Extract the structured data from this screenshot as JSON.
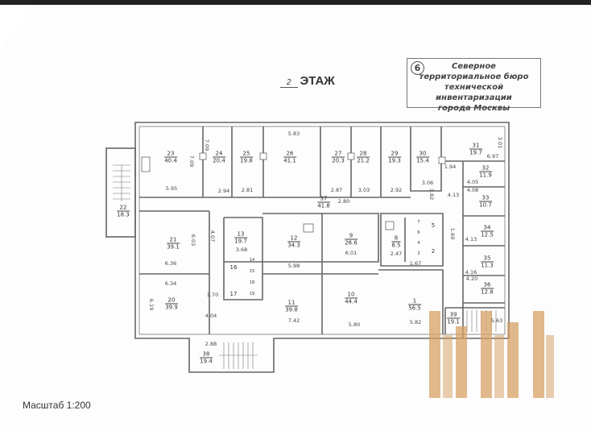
{
  "title": {
    "floor_number": "2",
    "floor_label": "ЭТАЖ"
  },
  "stamp": {
    "number": "6",
    "lines": [
      "Северное",
      "территориальное бюро",
      "технической инвентаризации",
      "города Москвы"
    ]
  },
  "scale": "Масштаб 1:200",
  "rooms": [
    {
      "num": "23",
      "area": "40.4"
    },
    {
      "num": "24",
      "area": "20.4"
    },
    {
      "num": "25",
      "area": "19.8"
    },
    {
      "num": "26",
      "area": "41.1"
    },
    {
      "num": "27",
      "area": "20.3"
    },
    {
      "num": "28",
      "area": "21.2"
    },
    {
      "num": "29",
      "area": "19.3"
    },
    {
      "num": "30",
      "area": "15.4"
    },
    {
      "num": "31",
      "area": "19.7"
    },
    {
      "num": "32",
      "area": "11.9"
    },
    {
      "num": "33",
      "area": "10.7"
    },
    {
      "num": "37",
      "area": "41.8"
    },
    {
      "num": "22",
      "area": "18.3"
    },
    {
      "num": "21",
      "area": "39.1"
    },
    {
      "num": "13",
      "area": "19.7"
    },
    {
      "num": "12",
      "area": "34.3"
    },
    {
      "num": "9",
      "area": "26.6"
    },
    {
      "num": "8",
      "area": "8.5"
    },
    {
      "num": "34",
      "area": "12.5"
    },
    {
      "num": "35",
      "area": "11.3"
    },
    {
      "num": "36",
      "area": "12.8"
    },
    {
      "num": "20",
      "area": "39.9"
    },
    {
      "num": "11",
      "area": "39.8"
    },
    {
      "num": "10",
      "area": "44.4"
    },
    {
      "num": "1",
      "area": "56.5"
    },
    {
      "num": "39",
      "area": "19.1"
    },
    {
      "num": "38",
      "area": "19.4"
    }
  ],
  "small_rooms": [
    "16",
    "17",
    "5",
    "2",
    "14",
    "15",
    "18",
    "19",
    "3",
    "4",
    "6",
    "7"
  ],
  "dimensions": [
    "5.95",
    "2.94",
    "2.81",
    "5.83",
    "2.87",
    "3.03",
    "2.92",
    "3.06",
    "6.97",
    "3.01",
    "7.09",
    "7.09",
    "4.13",
    "1.94",
    "4.05",
    "4.08",
    "6.36",
    "6.34",
    "4.07",
    "3.68",
    "5.98",
    "6.01",
    "2.47",
    "1.67",
    "1.69",
    "4.13",
    "4.16",
    "4.20",
    "1.70",
    "4.04",
    "7.42",
    "5.80",
    "5.82",
    "5.63",
    "6.03",
    "6.19",
    "2.88",
    "3.82",
    "2.80"
  ],
  "watermark_color": "#d6a064"
}
